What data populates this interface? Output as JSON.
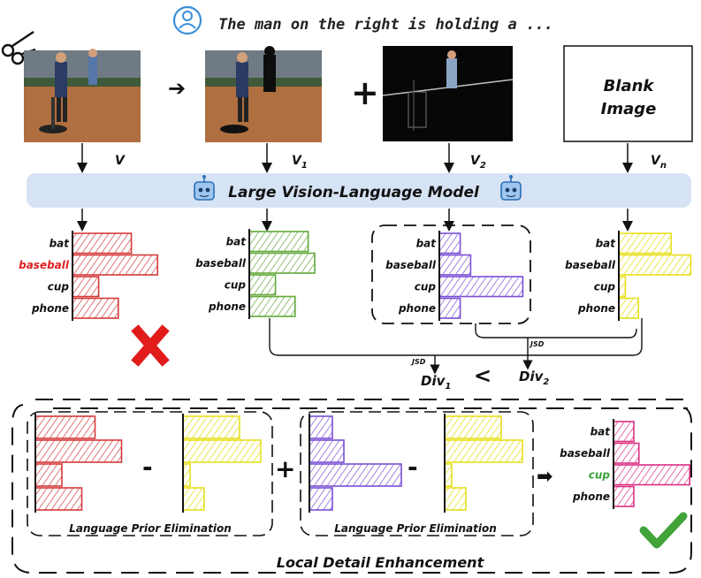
{
  "question": "The man on the right is holding a ...",
  "model_label": "Large Vision-Language Model",
  "blank_image": {
    "line1": "Blank",
    "line2": "Image"
  },
  "inputs": {
    "v": "V",
    "v1": "V",
    "v1_sub": "1",
    "v2": "V",
    "v2_sub": "2",
    "vn": "V",
    "vn_sub": "n"
  },
  "operators": {
    "arrow": "➔",
    "plus": "+",
    "less_than": "<",
    "minus": "-",
    "plus_bottom": "+",
    "result_arrow": "➡"
  },
  "categories": [
    "bat",
    "baseball",
    "cup",
    "phone"
  ],
  "distributions": {
    "v": {
      "values": [
        0.45,
        0.65,
        0.2,
        0.35
      ],
      "highlight": "baseball"
    },
    "v1": {
      "values": [
        0.45,
        0.5,
        0.2,
        0.35
      ]
    },
    "v2": {
      "values": [
        0.2,
        0.3,
        0.8,
        0.2
      ]
    },
    "vn": {
      "values": [
        0.4,
        0.55,
        0.05,
        0.15
      ]
    },
    "result": {
      "values": [
        0.2,
        0.25,
        0.75,
        0.2
      ],
      "highlight": "cup"
    }
  },
  "divergence": {
    "jsd_label": "JSD",
    "div1": "Div",
    "div1_sub": "1",
    "div2": "Div",
    "div2_sub": "2"
  },
  "lpe_label": "Language Prior Elimination",
  "lde_label": "Local Detail Enhancement",
  "colors": {
    "red": "#d63a3a",
    "green": "#62a83a",
    "purple": "#7a4fd6",
    "yellow": "#efea2e",
    "pink": "#dc2f84",
    "model_bar": "#d6e3f4",
    "highlight_red": "#e02020",
    "highlight_green": "#3aa23a",
    "cross": "#e21b1b",
    "check": "#41a33a",
    "user_icon": "#3a8fd8",
    "robot": "#3a8fd8"
  }
}
